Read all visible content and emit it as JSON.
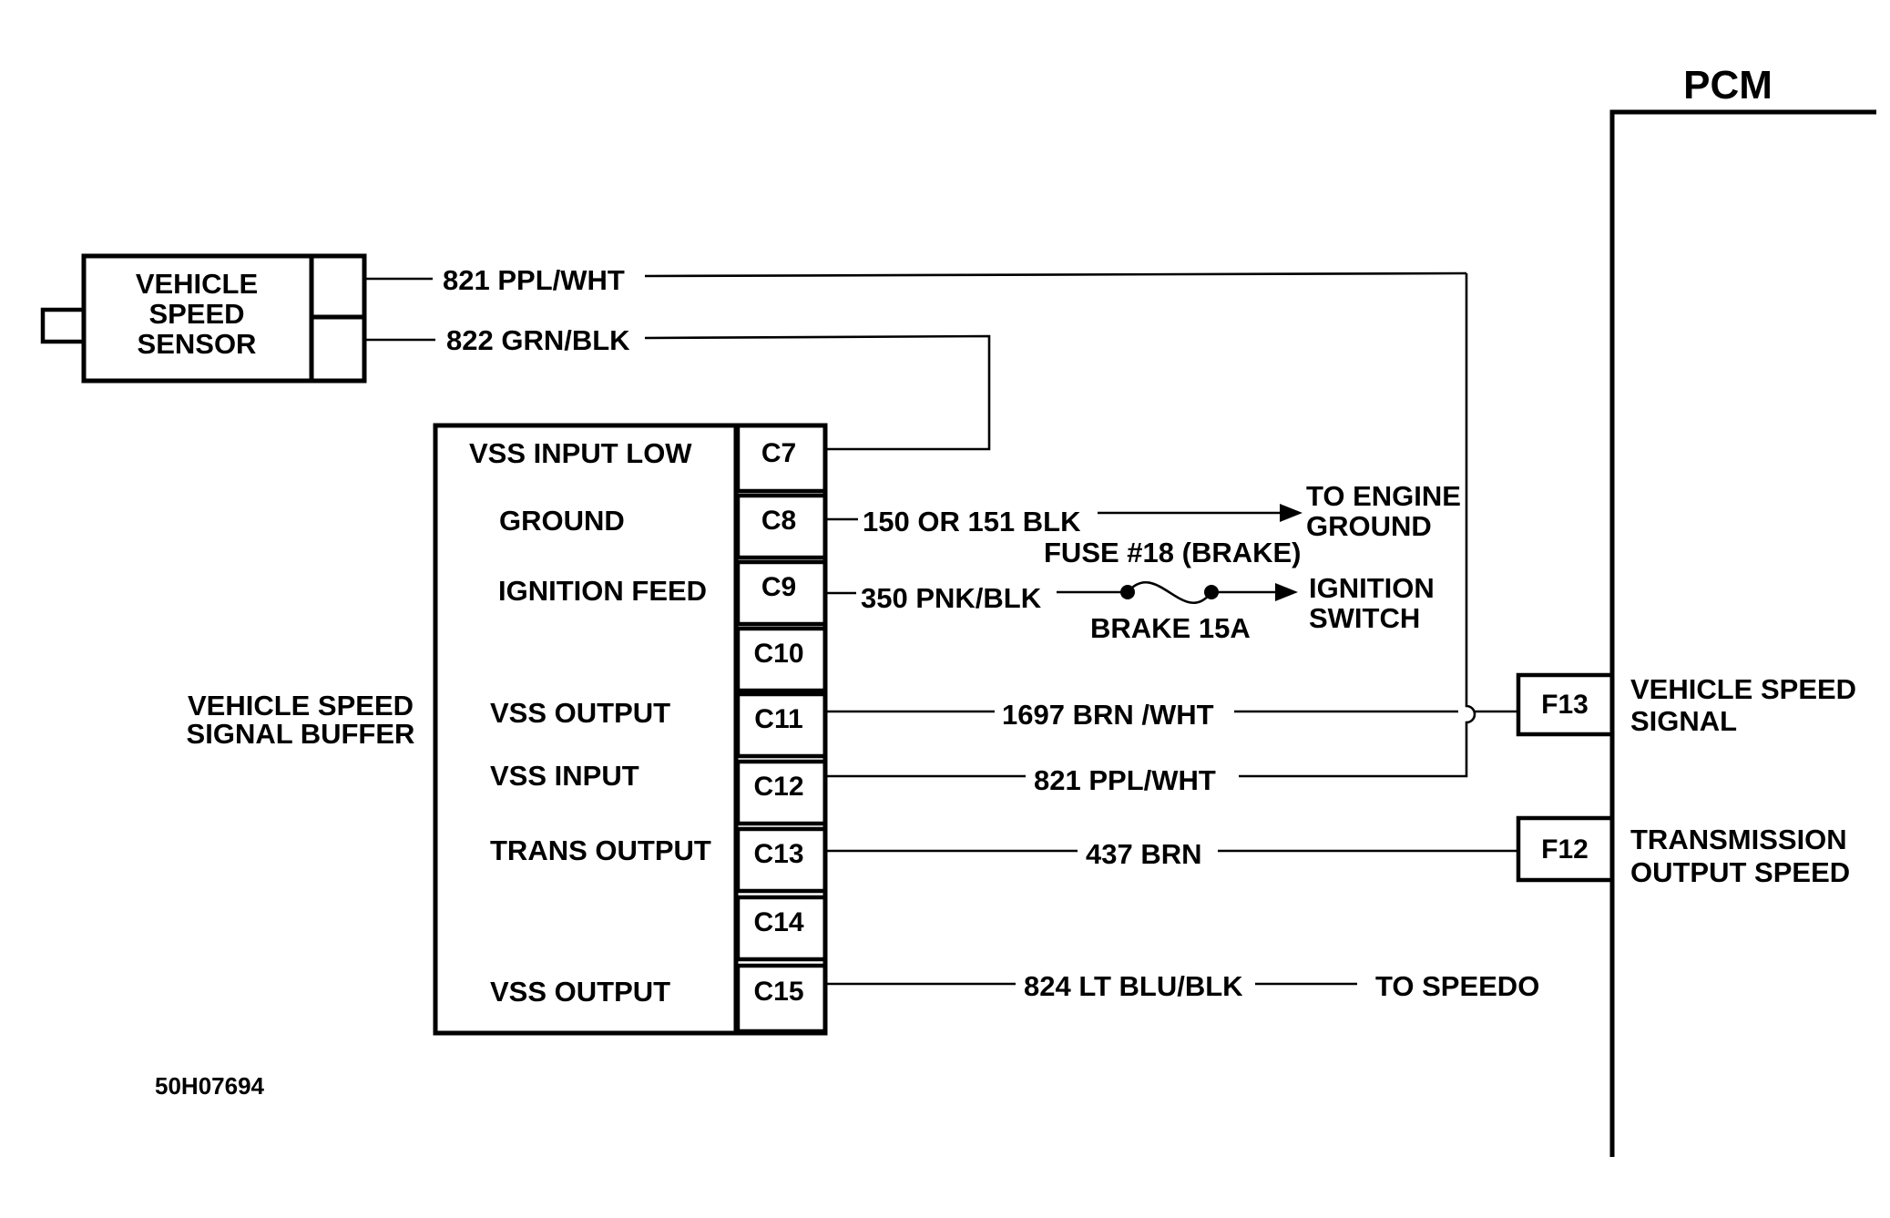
{
  "pcm": {
    "title": "PCM"
  },
  "sensor": {
    "line1": "VEHICLE",
    "line2": "SPEED",
    "line3": "SENSOR"
  },
  "buffer": {
    "label_line1": "VEHICLE SPEED",
    "label_line2": "SIGNAL BUFFER"
  },
  "pins": [
    {
      "id": "C7",
      "function": "VSS INPUT LOW"
    },
    {
      "id": "C8",
      "function": "GROUND"
    },
    {
      "id": "C9",
      "function": "IGNITION FEED"
    },
    {
      "id": "C10",
      "function": ""
    },
    {
      "id": "C11",
      "function": "VSS OUTPUT"
    },
    {
      "id": "C12",
      "function": "VSS INPUT"
    },
    {
      "id": "C13",
      "function": "TRANS OUTPUT"
    },
    {
      "id": "C14",
      "function": ""
    },
    {
      "id": "C15",
      "function": "VSS OUTPUT"
    }
  ],
  "wires": {
    "sensor_high": "821 PPL/WHT",
    "sensor_low": "822 GRN/BLK",
    "ground": "150 OR 151 BLK",
    "ignition": "350 PNK/BLK",
    "vss_out": "1697 BRN /WHT",
    "vss_in": "821 PPL/WHT",
    "trans_out": "437 BRN",
    "speedo": "824 LT BLU/BLK"
  },
  "destinations": {
    "engine_ground_line1": "TO ENGINE",
    "engine_ground_line2": "GROUND",
    "ignition_switch_line1": "IGNITION",
    "ignition_switch_line2": "SWITCH",
    "speedo": "TO SPEEDO"
  },
  "fuse": {
    "label": "FUSE #18 (BRAKE)",
    "rating": "BRAKE 15A"
  },
  "pcm_pins": [
    {
      "id": "F13",
      "line1": "VEHICLE SPEED",
      "line2": "SIGNAL"
    },
    {
      "id": "F12",
      "line1": "TRANSMISSION",
      "line2": "OUTPUT SPEED"
    }
  ],
  "figure_code": "50H07694"
}
